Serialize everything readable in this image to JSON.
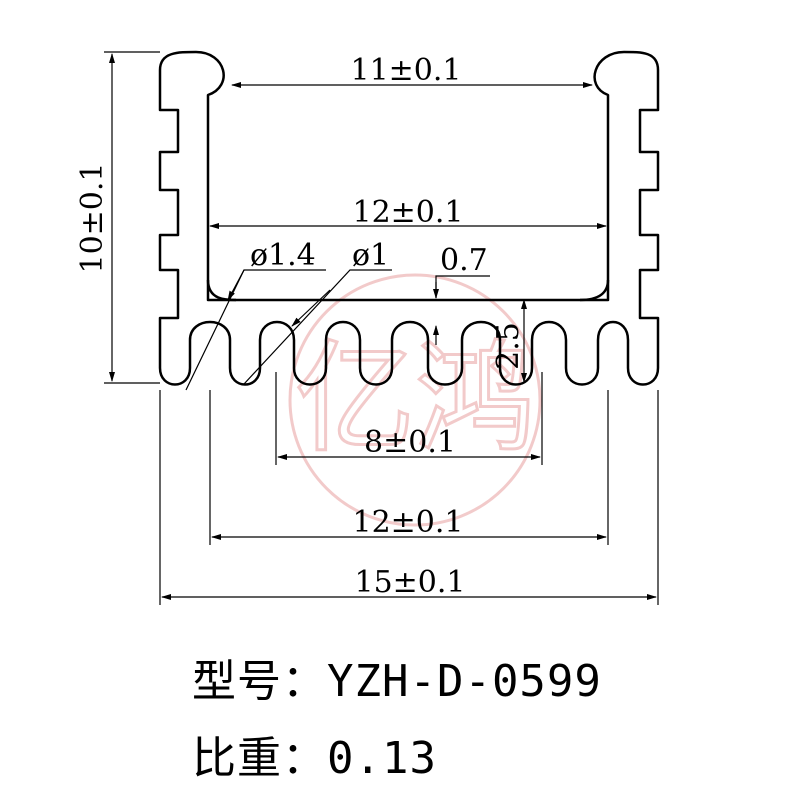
{
  "drawing": {
    "dimensions": {
      "inner_top_width": "11±0.1",
      "inner_width": "12±0.1",
      "height": "10±0.1",
      "corner_diameter": "ø1.4",
      "fin_diameter": "ø1",
      "thickness": "0.7",
      "fin_height": "2.5",
      "fin_span": "8±0.1",
      "base_inner_width": "12±0.1",
      "overall_width": "15±0.1"
    },
    "watermark_text": "亿鸿"
  },
  "spec": {
    "model_label": "型号：",
    "model_value": "YZH-D-0599",
    "weight_label": "比重：",
    "weight_value": "0.13"
  },
  "colors": {
    "line": "#000000",
    "watermark": "#e8a0a0"
  }
}
